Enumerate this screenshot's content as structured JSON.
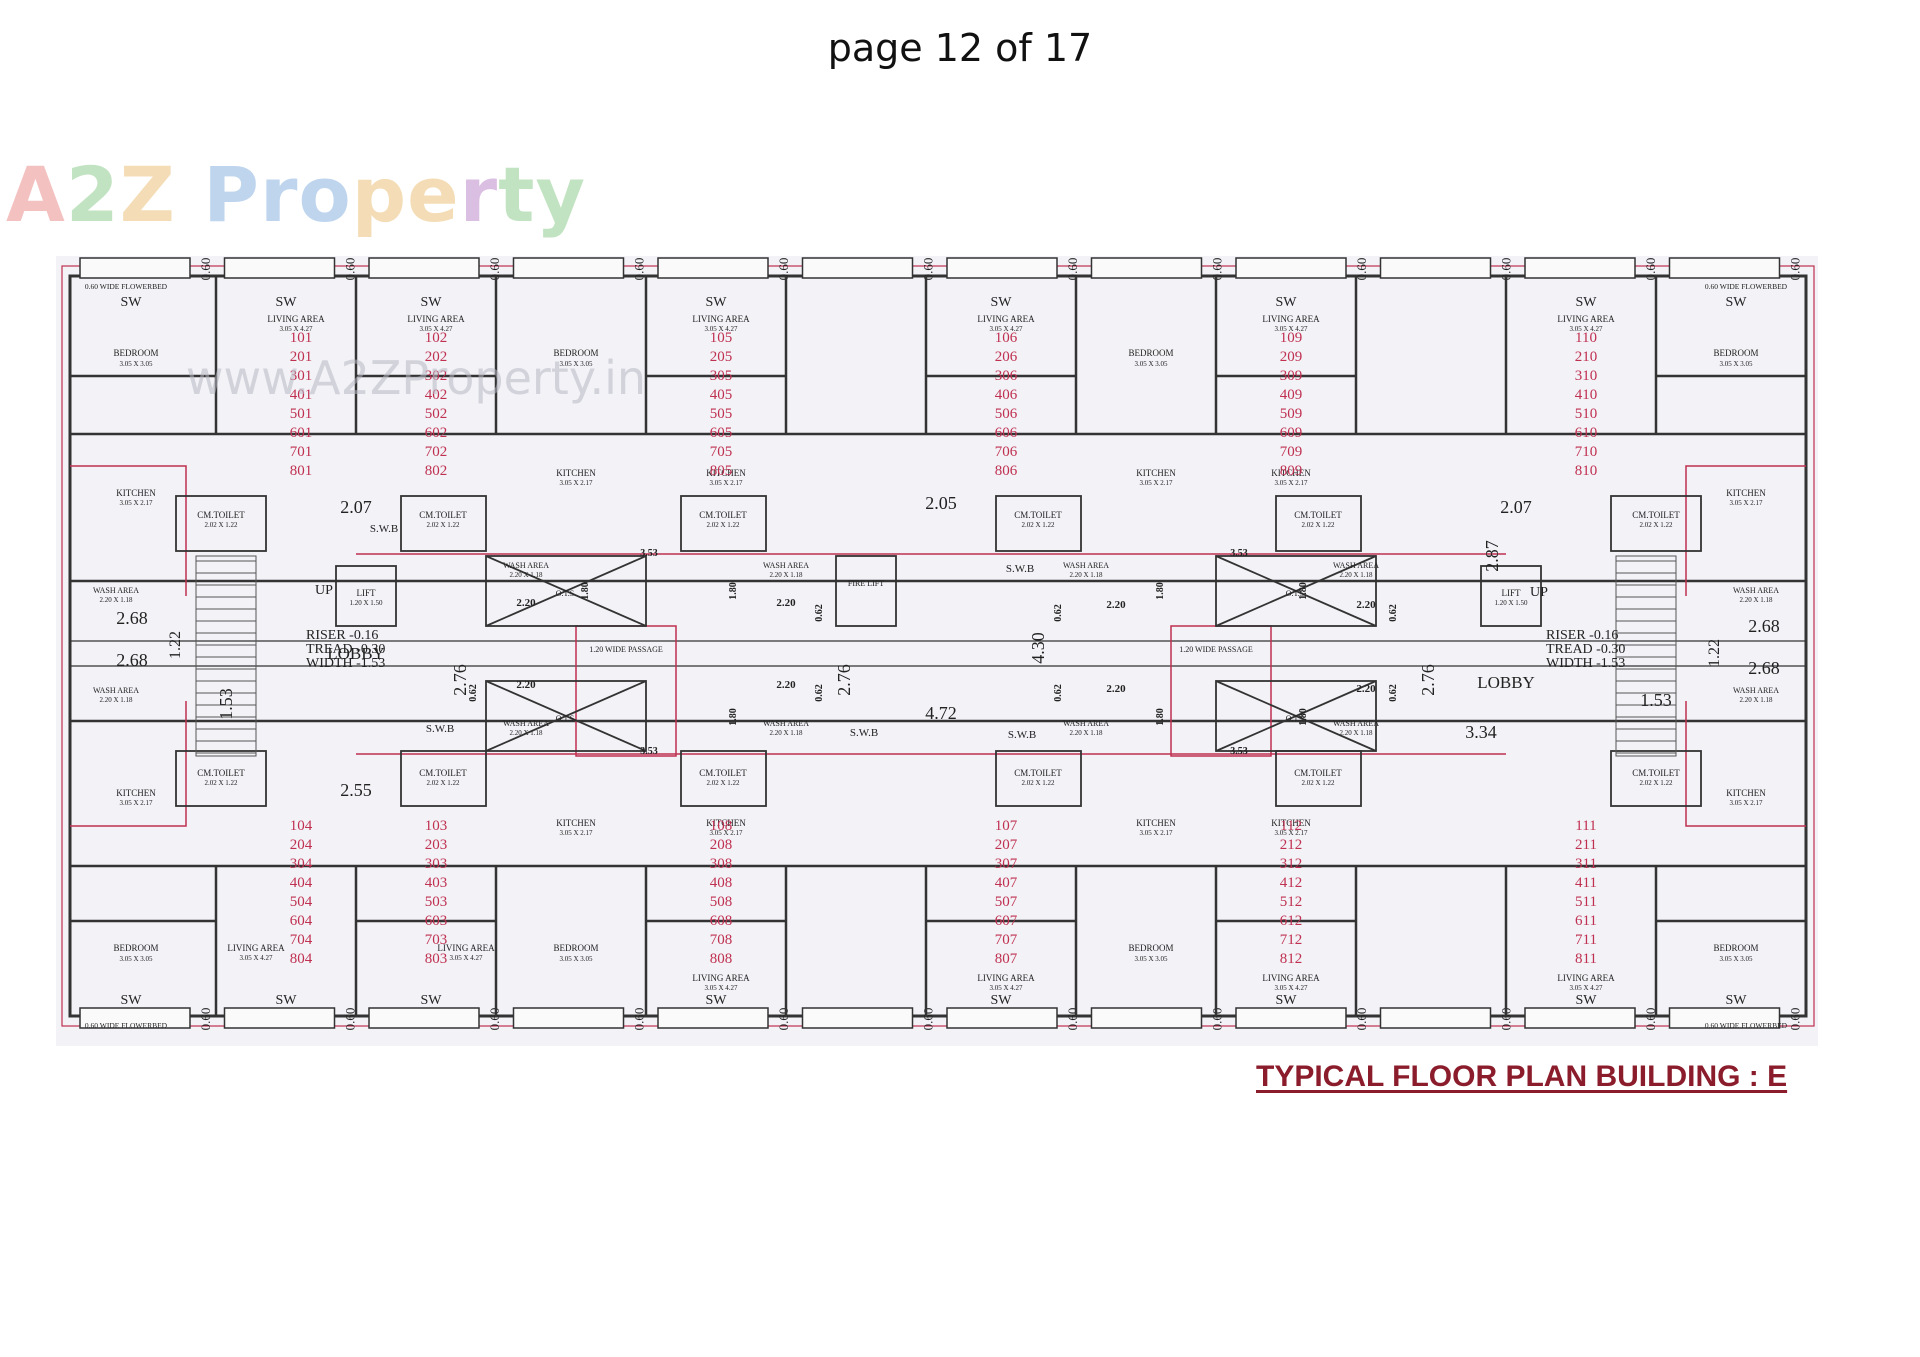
{
  "header": {
    "page_label": "page 12 of 17"
  },
  "watermark": {
    "logo": "A2Z Property",
    "url": "www.A2ZProperty.in"
  },
  "caption": "TYPICAL FLOOR PLAN BUILDING : E",
  "labels": {
    "flowerbed": "0.60 WIDE FLOWERBED",
    "sw": "SW",
    "bedroom": "BEDROOM",
    "bedroom_size": "3.05 X 3.05",
    "living": "LIVING AREA",
    "living_size": "3.05 X 4.27",
    "kitchen": "KITCHEN",
    "kitchen_size": "3.05 X 2.17",
    "toilet": "CM.TOILET",
    "toilet_size": "2.02 X 1.22",
    "wash": "WASH AREA",
    "wash_size": "2.20 X 1.18",
    "lobby": "LOBBY",
    "passage": "1.20 WIDE PASSAGE",
    "lift": "LIFT",
    "lift_size": "1.20 X 1.50",
    "fire_lift": "FIRE LIFT",
    "ots": "O.T.S.",
    "swb": "S.W.B",
    "up": "UP",
    "riser": "RISER -0.16",
    "tread": "TREAD -0.30",
    "width": "WIDTH -1.53"
  },
  "dims": {
    "d207": "2.07",
    "d205": "2.05",
    "d268": "2.68",
    "d122": "1.22",
    "d153": "1.53",
    "d276": "2.76",
    "d255": "2.55",
    "d472": "4.72",
    "d430": "4.30",
    "d334": "3.34",
    "d287": "2.87",
    "d353": "3.53",
    "d220": "2.20",
    "d180": "1.80",
    "d062": "0.62",
    "d060": "0.60"
  },
  "flat_stacks": {
    "top": [
      [
        "101",
        "201",
        "301",
        "401",
        "501",
        "601",
        "701",
        "801"
      ],
      [
        "102",
        "202",
        "302",
        "402",
        "502",
        "602",
        "702",
        "802"
      ],
      [
        "105",
        "205",
        "305",
        "405",
        "505",
        "605",
        "705",
        "805"
      ],
      [
        "106",
        "206",
        "306",
        "406",
        "506",
        "606",
        "706",
        "806"
      ],
      [
        "109",
        "209",
        "309",
        "409",
        "509",
        "609",
        "709",
        "809"
      ],
      [
        "110",
        "210",
        "310",
        "410",
        "510",
        "610",
        "710",
        "810"
      ]
    ],
    "bottom": [
      [
        "104",
        "204",
        "304",
        "404",
        "504",
        "604",
        "704",
        "804"
      ],
      [
        "103",
        "203",
        "303",
        "403",
        "503",
        "603",
        "703",
        "803"
      ],
      [
        "108",
        "208",
        "308",
        "408",
        "508",
        "608",
        "708",
        "808"
      ],
      [
        "107",
        "207",
        "307",
        "407",
        "507",
        "607",
        "707",
        "807"
      ],
      [
        "112",
        "212",
        "312",
        "412",
        "512",
        "612",
        "712",
        "812"
      ],
      [
        "111",
        "211",
        "311",
        "411",
        "511",
        "611",
        "711",
        "811"
      ]
    ]
  },
  "colors": {
    "wall": "#333333",
    "accent": "#c03050",
    "paper": "#f2f2f7",
    "caption": "#8b1c2b"
  }
}
